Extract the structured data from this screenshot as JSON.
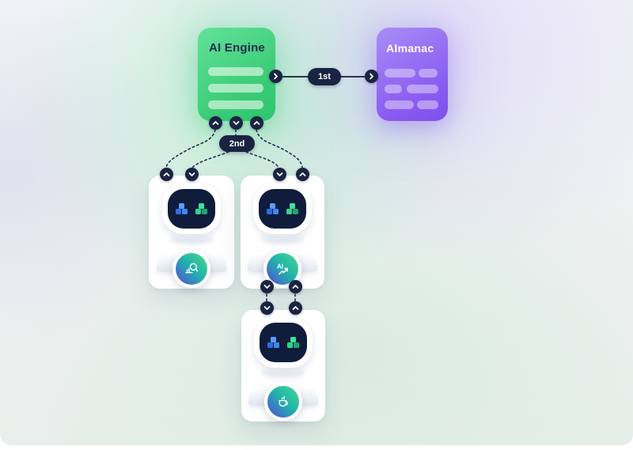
{
  "engine": {
    "title": "AI Engine",
    "placeholder_bars": 3
  },
  "almanac": {
    "title": "Almanac",
    "placeholder_rows": 3
  },
  "flow": {
    "first_label": "1st",
    "second_label": "2nd"
  },
  "agents": {
    "research": {
      "icon": "search-analytics-icon"
    },
    "ai": {
      "icon": "ai-trending-icon",
      "badge_text": "AI"
    },
    "coffee": {
      "icon": "coffee-cup-icon"
    }
  },
  "colors": {
    "engine_green": "#3ecd78",
    "almanac_purple": "#8a5cf1",
    "node_navy": "#1a2342",
    "screen_navy": "#0f1c3c",
    "eye_blue": "#3f87f5",
    "eye_green": "#31d38d",
    "badge_gradient_start": "#3fd492",
    "badge_gradient_end": "#5153d6",
    "card_white": "#ffffff"
  }
}
